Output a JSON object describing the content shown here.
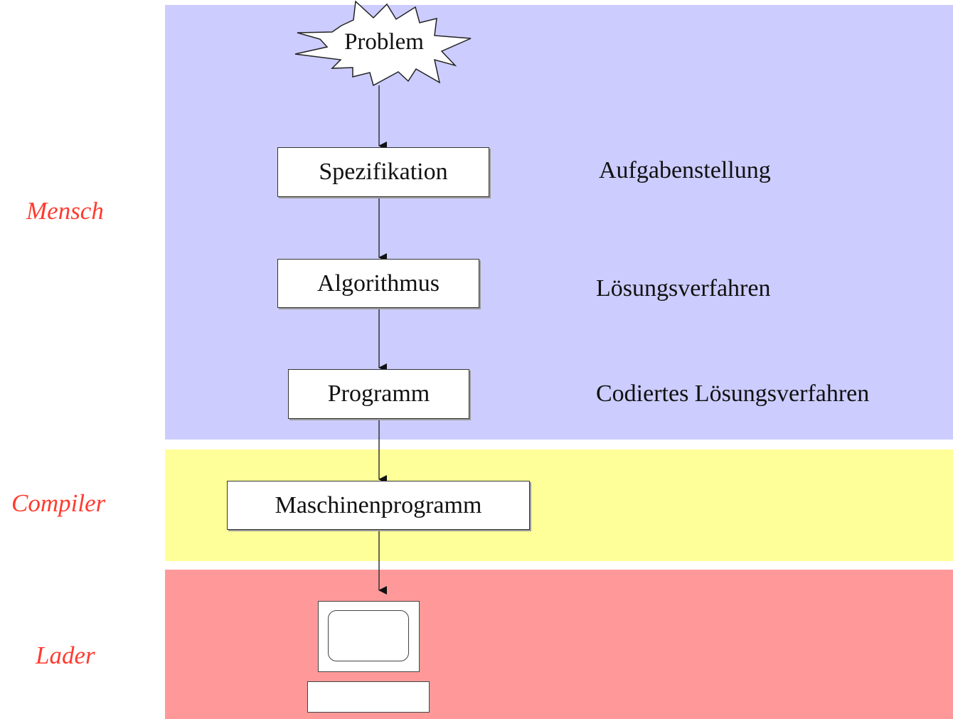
{
  "layers": {
    "mensch": "Mensch",
    "compiler": "Compiler",
    "lader": "Lader"
  },
  "flow": {
    "problem": "Problem",
    "spezifikation": "Spezifikation",
    "algorithmus": "Algorithmus",
    "programm": "Programm",
    "maschinenprogramm": "Maschinenprogramm"
  },
  "descriptions": {
    "spezifikation": "Aufgabenstellung",
    "algorithmus": "Lösungsverfahren",
    "programm": "Codiertes Lösungsverfahren"
  },
  "computer_icon": "computer-icon",
  "colors": {
    "mensch_band": "#ccccff",
    "compiler_band": "#ffff99",
    "lader_band": "#ff9999",
    "layer_label": "#ff3b2f"
  }
}
